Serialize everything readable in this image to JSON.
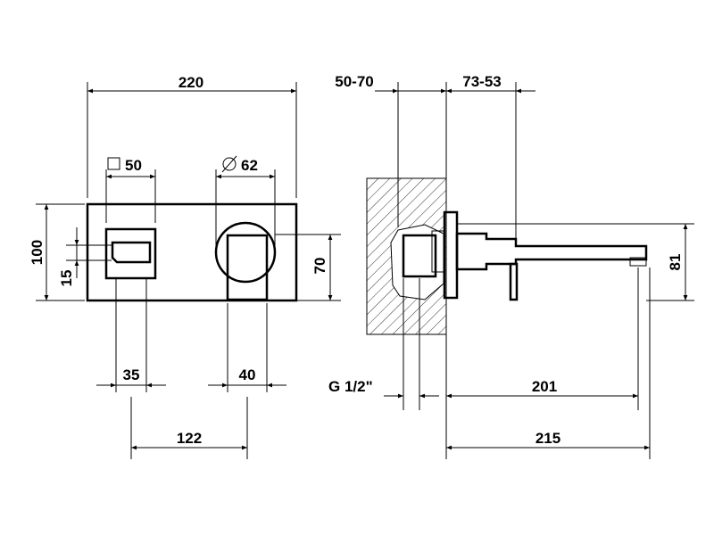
{
  "front_view": {
    "width": "220",
    "square_size": "50",
    "square_symbol": "□",
    "round_size": "62",
    "diameter_symbol": "⌀",
    "height": "100",
    "handle_offset": "15",
    "round_height": "70",
    "handle_width": "35",
    "spout_width": "40",
    "center_distance": "122"
  },
  "side_view": {
    "wall_range": "50-70",
    "projection_range": "73-53",
    "spout_height": "81",
    "thread": "G 1/2\"",
    "spout_reach": "201",
    "total_reach": "215"
  }
}
